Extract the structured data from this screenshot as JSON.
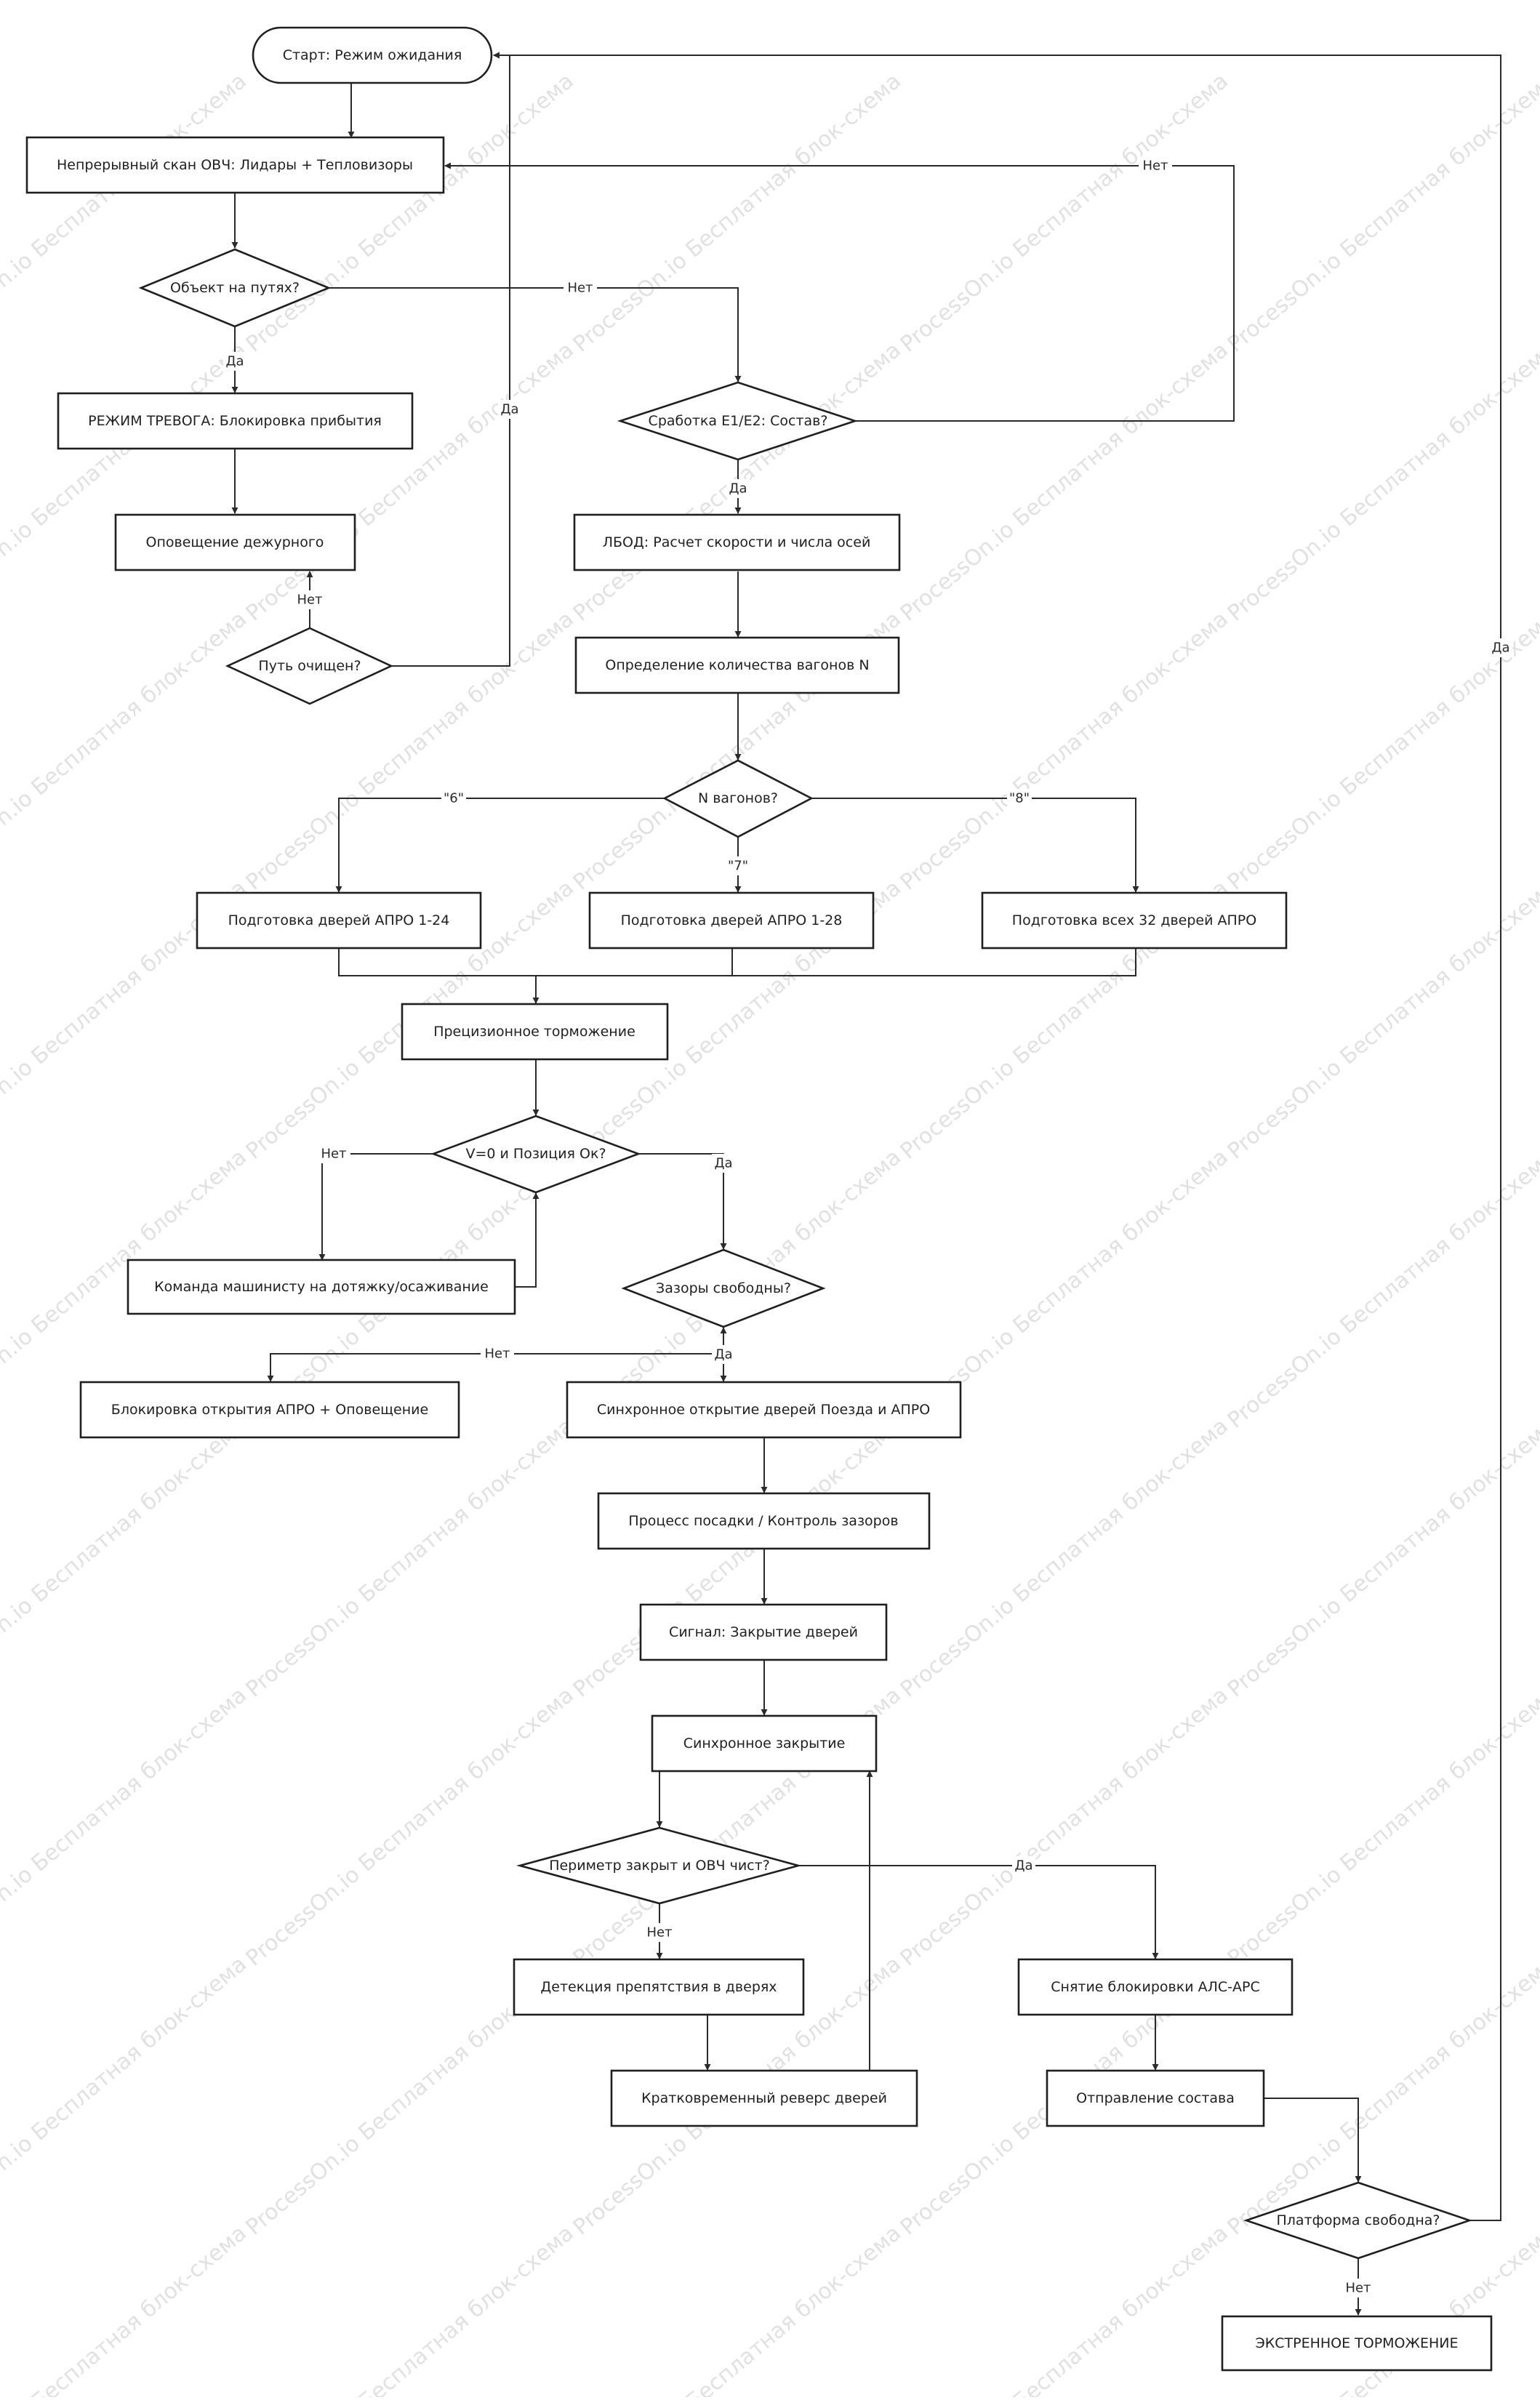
{
  "watermark": "ProcessOn.io Бесплатная блок-схема",
  "nodes": {
    "start": "Старт: Режим ожидания",
    "scan": "Непрерывный скан ОВЧ: Лидары + Тепловизоры",
    "object_q": "Объект на путях?",
    "alarm": "РЕЖИМ ТРЕВОГА: Блокировка прибытия",
    "notify": "Оповещение дежурного",
    "path_q": "Путь очищен?",
    "sensor_q": "Сработка Е1/Е2: Состав?",
    "lbod": "ЛБОД: Расчет скорости и числа осей",
    "count": "Определение количества вагонов N",
    "n_q": "N вагонов?",
    "prep24": "Подготовка дверей АПРО 1-24",
    "prep28": "Подготовка дверей АПРО 1-28",
    "prep32": "Подготовка всех 32 дверей АПРО",
    "braking": "Прецизионное торможение",
    "v0_q": "V=0 и Позиция Ок?",
    "driver_cmd": "Команда машинисту на дотяжку/осаживание",
    "gaps_q": "Зазоры свободны?",
    "block": "Блокировка открытия АПРО + Оповещение",
    "sync_open": "Синхронное открытие дверей Поезда и АПРО",
    "boarding": "Процесс посадки / Контроль зазоров",
    "close_signal": "Сигнал: Закрытие дверей",
    "sync_close": "Синхронное закрытие",
    "perimeter_q": "Периметр закрыт и ОВЧ чист?",
    "detect": "Детекция препятствия в дверях",
    "reverse": "Кратковременный реверс дверей",
    "release": "Снятие блокировки АЛС-АРС",
    "depart": "Отправление состава",
    "platform_q": "Платформа свободна?",
    "emergency": "ЭКСТРЕННОЕ ТОРМОЖЕНИЕ"
  },
  "edge_labels": {
    "object_no": "Нет",
    "object_yes": "Да",
    "sensor_no": "Нет",
    "sensor_yes": "Да",
    "path_no": "Нет",
    "path_yes": "Да",
    "n6": "\"6\"",
    "n7": "\"7\"",
    "n8": "\"8\"",
    "v0_no": "Нет",
    "v0_yes": "Да",
    "gaps_no": "Нет",
    "gaps_yes": "Да",
    "perimeter_no": "Нет",
    "perimeter_yes": "Да",
    "platform_no": "Нет",
    "platform_yes": "Да"
  }
}
